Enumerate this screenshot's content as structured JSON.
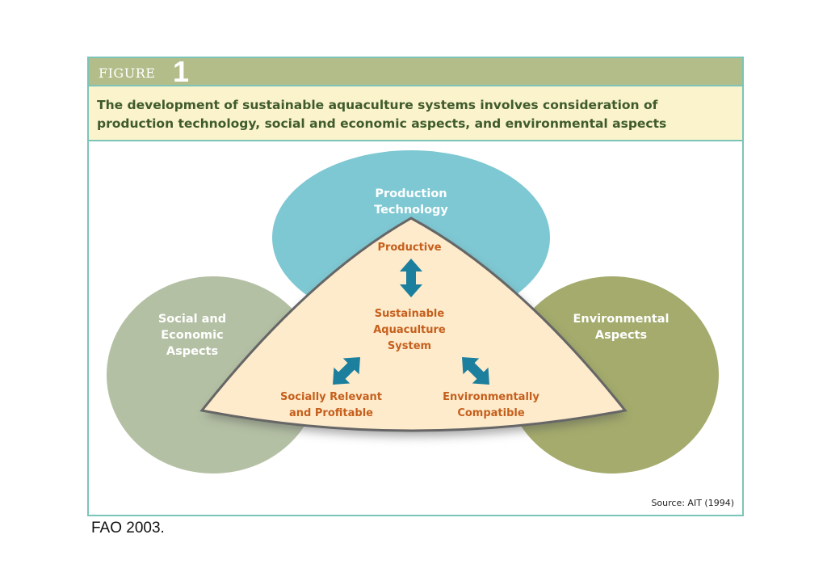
{
  "figure": {
    "label": "FIGURE",
    "number": "1"
  },
  "caption": [
    "The development of sustainable aquaculture systems involves consideration of",
    "production technology, social and economic aspects, and environmental aspects"
  ],
  "circles": {
    "production": [
      "Production",
      "Technology"
    ],
    "social": [
      "Social and",
      "Economic",
      "Aspects"
    ],
    "environmental": [
      "Environmental",
      "Aspects"
    ]
  },
  "triangle": {
    "top": "Productive",
    "center": [
      "Sustainable",
      "Aquaculture",
      "System"
    ],
    "left": [
      "Socially Relevant",
      "and Profitable"
    ],
    "right": [
      "Environmentally",
      "Compatible"
    ]
  },
  "source": "Source: AIT (1994)",
  "citation": "FAO 2003.",
  "colors": {
    "production": "#7ec8d3",
    "social": "#b4c0a4",
    "environmental": "#a4ab6c",
    "triangle": "#fdebcc",
    "accent_text": "#c65f1c",
    "arrow": "#1b7f9d"
  }
}
